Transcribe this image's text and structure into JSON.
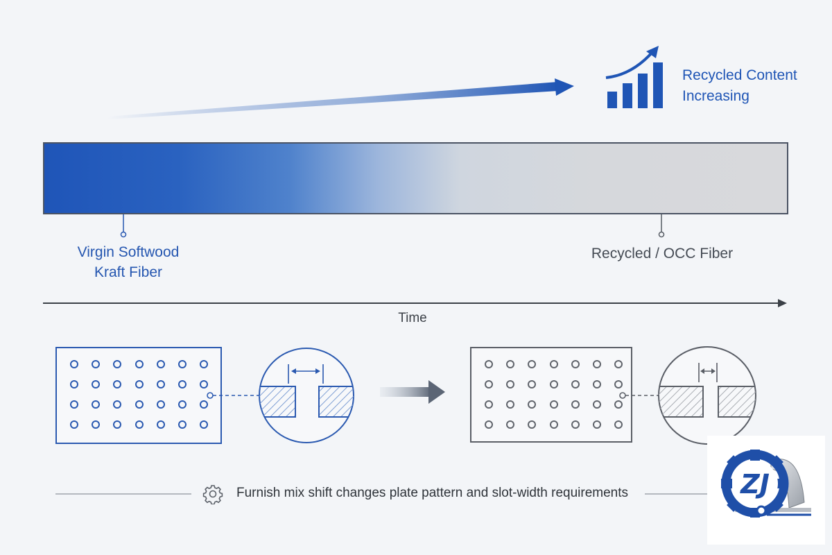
{
  "header": {
    "trend_label": "Recycled Content Increasing"
  },
  "fiber_spectrum": {
    "start_label_line1": "Virgin Softwood",
    "start_label_line2": "Kraft Fiber",
    "end_label": "Recycled / OCC Fiber",
    "start_color": "#1f55b8",
    "end_color": "#d8d9dc"
  },
  "timeline": {
    "axis_label": "Time"
  },
  "plates": {
    "virgin": {
      "color": "#2a59b0",
      "rows": 4,
      "columns": 7,
      "icon": "perforated-plate-icon"
    },
    "recycled": {
      "color": "#5a5e66",
      "rows": 4,
      "columns": 7,
      "icon": "perforated-plate-icon"
    },
    "transition_icon": "arrow-right-icon"
  },
  "footer": {
    "caption": "Furnish mix shift changes plate pattern and slot-width requirements",
    "icon": "gear-icon"
  },
  "logo": {
    "text": "ZJ",
    "icon": "zj-gear-logo"
  }
}
